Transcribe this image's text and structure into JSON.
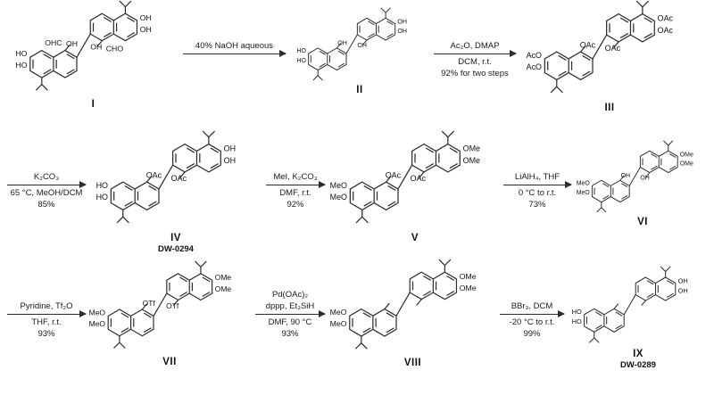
{
  "scheme_colors": {
    "line": "#2b2b2b",
    "text": "#111111",
    "background": "#ffffff"
  },
  "compounds": [
    {
      "label": "I",
      "sublabel": "",
      "substituents": [
        [
          "lt",
          "OHC"
        ],
        [
          "l1",
          "HO"
        ],
        [
          "l2",
          "HO"
        ],
        [
          "li",
          "OH"
        ],
        [
          "r1",
          "OH"
        ],
        [
          "r2",
          "OH"
        ],
        [
          "ri",
          "OH"
        ],
        [
          "rb",
          "CHO"
        ]
      ]
    },
    {
      "label": "II",
      "sublabel": "",
      "substituents": [
        [
          "l1",
          "HO"
        ],
        [
          "l2",
          "HO"
        ],
        [
          "li",
          "OH"
        ],
        [
          "r1",
          "OH"
        ],
        [
          "r2",
          "OH"
        ],
        [
          "ri",
          "OH"
        ]
      ]
    },
    {
      "label": "III",
      "sublabel": "",
      "substituents": [
        [
          "l1",
          "AcO"
        ],
        [
          "l2",
          "AcO"
        ],
        [
          "li",
          "OAc"
        ],
        [
          "r1",
          "OAc"
        ],
        [
          "r2",
          "OAc"
        ],
        [
          "ri",
          "OAc"
        ]
      ]
    },
    {
      "label": "IV",
      "sublabel": "DW-0294",
      "substituents": [
        [
          "l1",
          "HO"
        ],
        [
          "l2",
          "HO"
        ],
        [
          "li",
          "OAc"
        ],
        [
          "r1",
          "OH"
        ],
        [
          "r2",
          "OH"
        ],
        [
          "ri",
          "OAc"
        ]
      ]
    },
    {
      "label": "V",
      "sublabel": "",
      "substituents": [
        [
          "l1",
          "MeO"
        ],
        [
          "l2",
          "MeO"
        ],
        [
          "li",
          "OAc"
        ],
        [
          "r1",
          "OMe"
        ],
        [
          "r2",
          "OMe"
        ],
        [
          "ri",
          "OAc"
        ]
      ]
    },
    {
      "label": "VI",
      "sublabel": "",
      "substituents": [
        [
          "l1",
          "MeO"
        ],
        [
          "l2",
          "MeO"
        ],
        [
          "li",
          "OH"
        ],
        [
          "r1",
          "OMe"
        ],
        [
          "r2",
          "OMe"
        ],
        [
          "ri",
          "OH"
        ]
      ]
    },
    {
      "label": "VII",
      "sublabel": "",
      "substituents": [
        [
          "l1",
          "MeO"
        ],
        [
          "l2",
          "MeO"
        ],
        [
          "li",
          "OTf"
        ],
        [
          "r1",
          "OMe"
        ],
        [
          "r2",
          "OMe"
        ],
        [
          "ri",
          "OTf"
        ]
      ]
    },
    {
      "label": "VIII",
      "sublabel": "",
      "substituents": [
        [
          "l1",
          "MeO"
        ],
        [
          "l2",
          "MeO"
        ],
        [
          "r1",
          "OMe"
        ],
        [
          "r2",
          "OMe"
        ]
      ]
    },
    {
      "label": "IX",
      "sublabel": "DW-0289",
      "substituents": [
        [
          "l1",
          "HO"
        ],
        [
          "l2",
          "HO"
        ],
        [
          "r1",
          "OH"
        ],
        [
          "r2",
          "OH"
        ]
      ]
    }
  ],
  "arrows": [
    {
      "above1": "40% NaOH aqueous",
      "above2": "",
      "below1": "",
      "below2": ""
    },
    {
      "above1": "Ac₂O, DMAP",
      "above2": "",
      "below1": "DCM, r.t.",
      "below2": "92% for two steps"
    },
    {
      "above1": "K₂CO₃",
      "above2": "",
      "below1": "65 °C, MeOH/DCM",
      "below2": "85%"
    },
    {
      "above1": "MeI, K₂CO₃",
      "above2": "",
      "below1": "DMF, r.t.",
      "below2": "92%"
    },
    {
      "above1": "LiAlH₄, THF",
      "above2": "",
      "below1": "0 °C to r.t.",
      "below2": "73%"
    },
    {
      "above1": "Pyridine, Tf₂O",
      "above2": "",
      "below1": "THF, r.t.",
      "below2": "93%"
    },
    {
      "above1": "Pd(OAc)₂",
      "above2": "dppp, Et₃SiH",
      "below1": "DMF, 90 °C",
      "below2": "93%"
    },
    {
      "above1": "BBr₃, DCM",
      "above2": "",
      "below1": "-20 °C to r.t.",
      "below2": "99%"
    }
  ]
}
